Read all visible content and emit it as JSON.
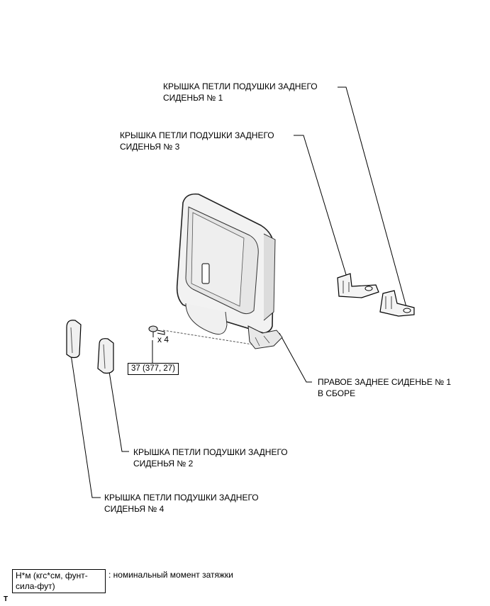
{
  "labels": {
    "hinge_cover_1": {
      "line1": "КРЫШКА ПЕТЛИ ПОДУШКИ ЗАДНЕГО",
      "line2": "СИДЕНЬЯ № 1"
    },
    "hinge_cover_3": {
      "line1": "КРЫШКА ПЕТЛИ ПОДУШКИ ЗАДНЕГО",
      "line2": "СИДЕНЬЯ № 3"
    },
    "seat_assembly": {
      "line1": "ПРАВОЕ ЗАДНЕЕ СИДЕНЬЕ № 1",
      "line2": "В СБОРЕ"
    },
    "hinge_cover_2": {
      "line1": "КРЫШКА ПЕТЛИ ПОДУШКИ ЗАДНЕГО",
      "line2": "СИДЕНЬЯ № 2"
    },
    "hinge_cover_4": {
      "line1": "КРЫШКА ПЕТЛИ ПОДУШКИ ЗАДНЕГО",
      "line2": "СИДЕНЬЯ № 4"
    }
  },
  "bolt": {
    "quantity": "x 4",
    "torque": "37 (377, 27)"
  },
  "legend": {
    "box_line1": "Н*м (кгс*см, фунт-",
    "box_line2": "сила-фут)",
    "description": ": номинальный момент затяжки"
  },
  "corner_mark": "T"
}
